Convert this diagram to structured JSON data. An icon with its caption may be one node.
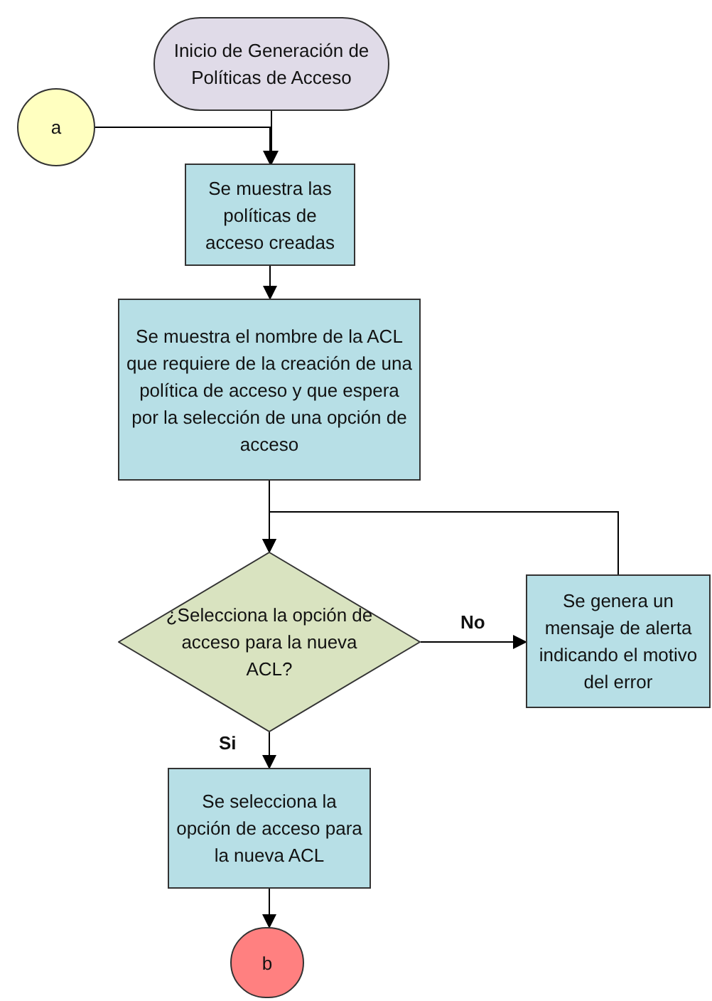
{
  "diagram": {
    "nodes": [
      {
        "text": [
          "Inicio de Generación de Políticas de Acceso"
        ]
      },
      {
        "text": [
          "a"
        ]
      },
      {
        "text": [
          "Se muestra las políticas de acceso creadas"
        ]
      },
      {
        "text": [
          "Se muestra el nombre de la ACL que requiere de la creación de una política de acceso y que espera por la selección de una opción de acceso"
        ]
      },
      {
        "text": [
          "¿Selecciona la opción de acceso para la nueva ACL?"
        ]
      },
      {
        "text": [
          "Se genera un mensaje de alerta indicando el motivo del error"
        ]
      },
      {
        "text": [
          "Se selecciona la opción de acceso para la nueva ACL"
        ]
      },
      {
        "text": [
          "b"
        ]
      }
    ],
    "edges": [
      {
        "from": 0,
        "to": 2,
        "arrow": "to"
      },
      {
        "from": 1,
        "to": 2,
        "arrow": "to"
      },
      {
        "from": 2,
        "to": 3,
        "arrow": "to"
      },
      {
        "from": 3,
        "to": 4,
        "arrow": "to"
      },
      {
        "from": 4,
        "to": 5,
        "arrow": "to",
        "label": "No"
      },
      {
        "from": 5,
        "to": 4,
        "arrow": "to"
      },
      {
        "from": 4,
        "to": 6,
        "arrow": "to",
        "label": "Si"
      },
      {
        "from": 6,
        "to": 7,
        "arrow": "to"
      }
    ]
  }
}
